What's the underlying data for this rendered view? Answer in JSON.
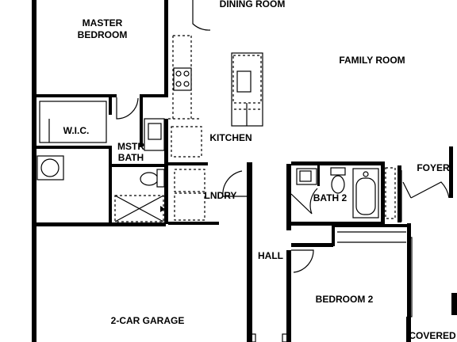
{
  "rooms": {
    "dining": "DINING ROOM",
    "master_line1": "MASTER",
    "master_line2": "BEDROOM",
    "family": "FAMILY ROOM",
    "wic": "W.I.C.",
    "kitchen": "KITCHEN",
    "mstr_line1": "MSTR",
    "mstr_line2": "BATH",
    "foyer": "FOYER",
    "lndry": "LNDRY",
    "bath2": "BATH 2",
    "hall": "HALL",
    "bedroom2": "BEDROOM 2",
    "garage": "2-CAR GARAGE",
    "covered": "COVERED"
  },
  "colors": {
    "wall": "#000000",
    "background": "#ffffff"
  }
}
